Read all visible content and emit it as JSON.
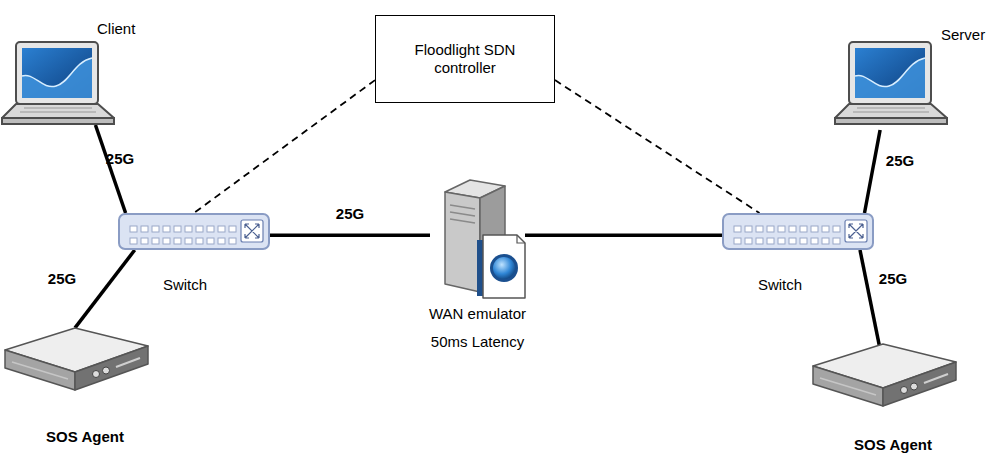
{
  "diagram": {
    "nodes": [
      {
        "text": [
          "Client"
        ]
      },
      {
        "text": [
          "Floodlight SDN controller"
        ]
      },
      {
        "text": [
          "Server"
        ]
      },
      {
        "text": [
          "Switch"
        ]
      },
      {
        "text": [
          "WAN emulator",
          "50ms Latency"
        ]
      },
      {
        "text": [
          "Switch"
        ]
      },
      {
        "text": [
          "SOS Agent"
        ]
      },
      {
        "text": [
          "SOS Agent"
        ]
      }
    ],
    "edges": [
      {
        "from": 0,
        "to": 3,
        "label": "25G",
        "arrow": "none"
      },
      {
        "from": 3,
        "to": 6,
        "label": "25G",
        "arrow": "none"
      },
      {
        "from": 3,
        "to": 4,
        "label": "25G",
        "arrow": "none"
      },
      {
        "from": 4,
        "to": 5,
        "arrow": "none"
      },
      {
        "from": 5,
        "to": 2,
        "label": "25G",
        "arrow": "none"
      },
      {
        "from": 5,
        "to": 7,
        "label": "25G",
        "arrow": "none"
      },
      {
        "from": 1,
        "to": 3,
        "arrow": "none"
      },
      {
        "from": 1,
        "to": 5,
        "arrow": "none"
      }
    ]
  }
}
